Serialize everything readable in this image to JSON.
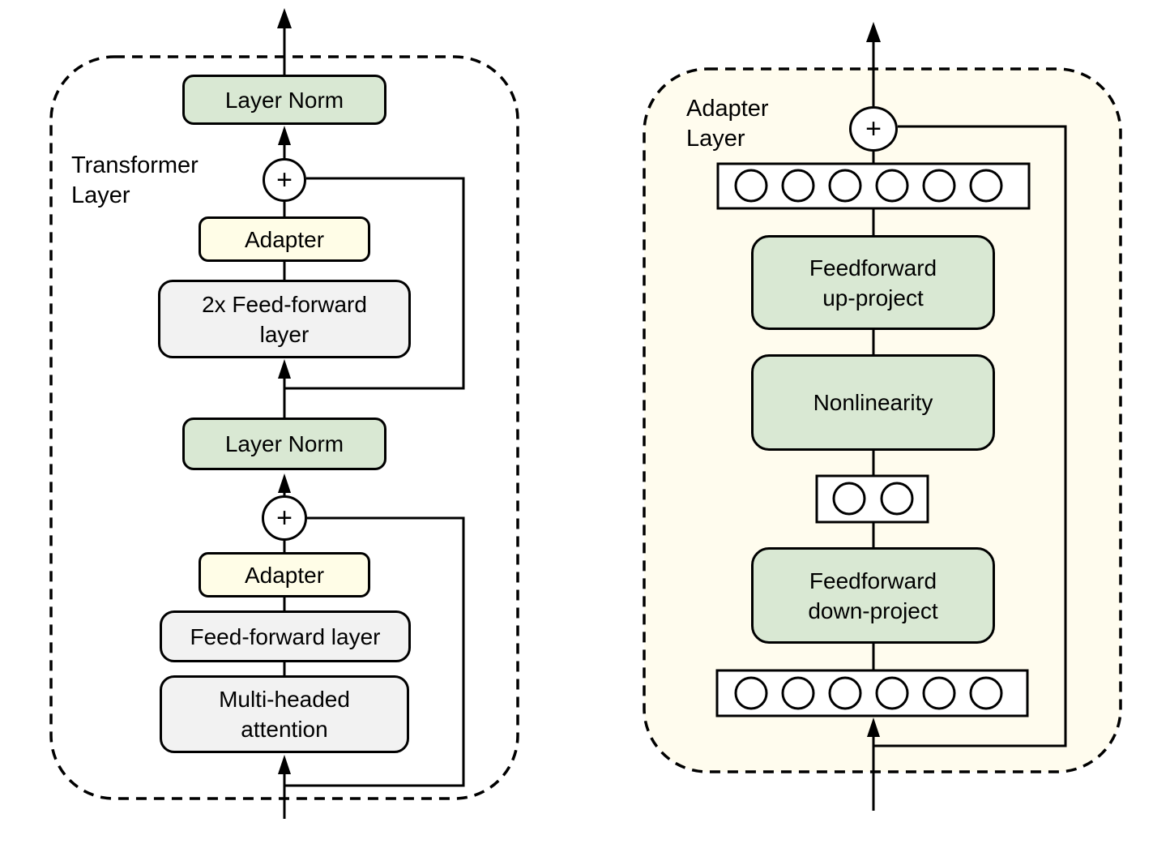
{
  "left_panel": {
    "label": "Transformer\nLayer",
    "nodes": {
      "layer_norm_top": "Layer Norm",
      "plus_top": "+",
      "adapter_top": "Adapter",
      "feed_forward_2x": "2x Feed-forward\nlayer",
      "layer_norm_mid": "Layer Norm",
      "plus_mid": "+",
      "adapter_mid": "Adapter",
      "feed_forward": "Feed-forward layer",
      "attention": "Multi-headed\nattention"
    }
  },
  "right_panel": {
    "label": "Adapter\nLayer",
    "nodes": {
      "plus": "+",
      "feedforward_up": "Feedforward\nup-project",
      "nonlinearity": "Nonlinearity",
      "feedforward_down": "Feedforward\ndown-project"
    },
    "feature_rows": {
      "top_unit_count": 6,
      "bottleneck_unit_count": 2,
      "bottom_unit_count": 6
    }
  },
  "colors": {
    "green_box": "#d9e8d3",
    "cream_box": "#fffde7",
    "gray_box": "#f2f2f2",
    "adapter_panel_background": "#fffcee",
    "line": "#000000",
    "background": "#ffffff"
  }
}
